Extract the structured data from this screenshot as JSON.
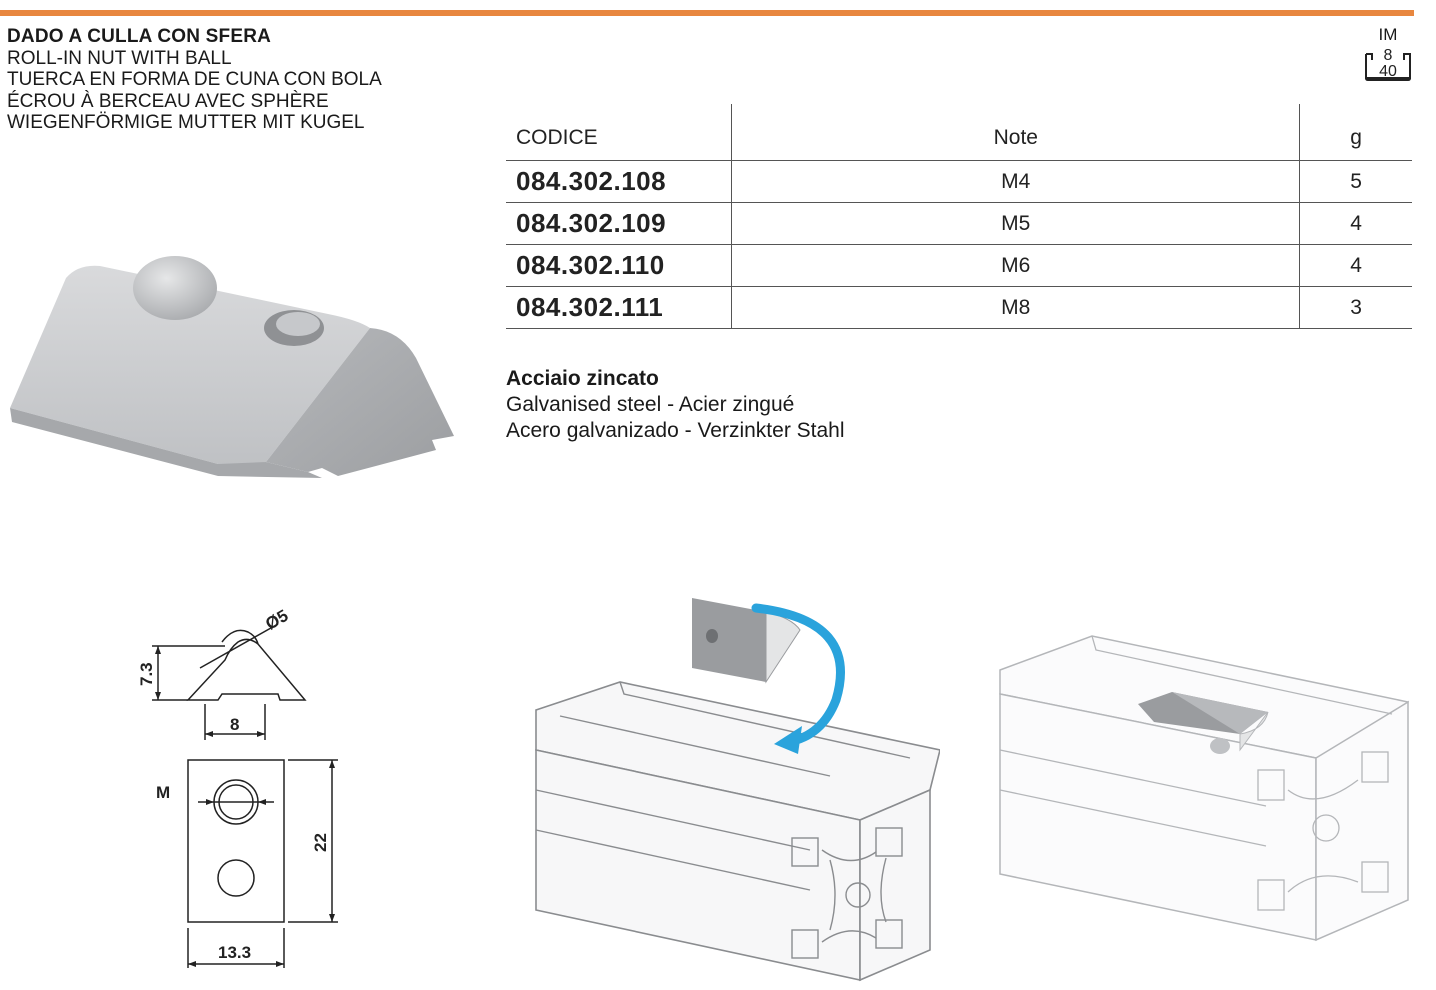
{
  "header": {
    "title_it": "DADO A CULLA CON SFERA",
    "title_en": "ROLL-IN NUT WITH BALL",
    "title_es": "TUERCA EN FORMA DE CUNA CON BOLA",
    "title_fr": "ÉCROU À BERCEAU AVEC SPHÈRE",
    "title_de": "WIEGENFÖRMIGE MUTTER MIT KUGEL"
  },
  "badge": {
    "label": "IM",
    "top": "8",
    "bottom": "40"
  },
  "table": {
    "headers": [
      "CODICE",
      "Note",
      "g"
    ],
    "rows": [
      {
        "code": "084.302.108",
        "note": "M4",
        "g": "5"
      },
      {
        "code": "084.302.109",
        "note": "M5",
        "g": "4"
      },
      {
        "code": "084.302.110",
        "note": "M6",
        "g": "4"
      },
      {
        "code": "084.302.111",
        "note": "M8",
        "g": "3"
      }
    ]
  },
  "material": {
    "it": "Acciaio zincato",
    "en_fr": "Galvanised steel - Acier zingué",
    "es_de": "Acero galvanizado - Verzinkter Stahl"
  },
  "drawing": {
    "dim_ball": "Ø5",
    "dim_height": "7.3",
    "dim_width_top": "8",
    "dim_thread": "M",
    "dim_length": "22",
    "dim_width": "13.3"
  },
  "colors": {
    "accent": "#e8873f",
    "arrow": "#2aa3dc"
  }
}
